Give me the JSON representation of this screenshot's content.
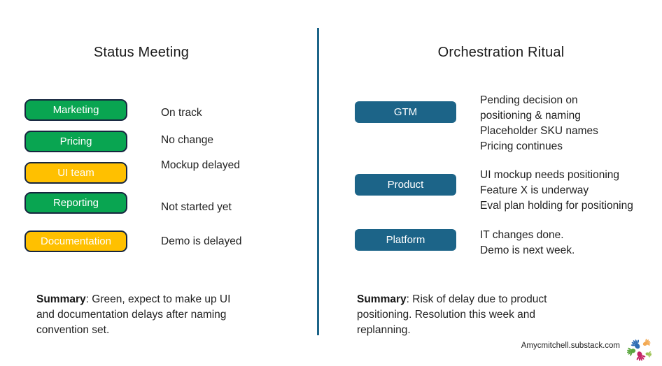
{
  "colors": {
    "status_green": "#09a551",
    "status_amber": "#ffc000",
    "teal": "#1c6488",
    "box_border": "#16263f"
  },
  "left": {
    "title": "Status Meeting",
    "rows": [
      {
        "label": "Marketing",
        "status": "On track",
        "color": "green"
      },
      {
        "label": "Pricing",
        "status": "No change",
        "color": "green"
      },
      {
        "label": "UI team",
        "status": "Mockup delayed",
        "color": "amber"
      },
      {
        "label": "Reporting",
        "status": "Not started yet",
        "color": "green"
      },
      {
        "label": "Documentation",
        "status": "Demo is delayed",
        "color": "amber"
      }
    ],
    "summary": {
      "bold": "Summary",
      "line1": ": Green, expect to make up UI",
      "line2": "and documentation delays after naming",
      "line3": "convention set."
    }
  },
  "right": {
    "title": "Orchestration Ritual",
    "rows": [
      {
        "label": "GTM",
        "lines": [
          "Pending decision on",
          "positioning & naming",
          "Placeholder SKU names",
          "Pricing continues"
        ]
      },
      {
        "label": "Product",
        "lines": [
          "UI mockup needs positioning",
          "Feature X is underway",
          "Eval plan holding for positioning"
        ]
      },
      {
        "label": "Platform",
        "lines": [
          "IT changes done.",
          "Demo is next week."
        ]
      }
    ],
    "summary": {
      "bold": "Summary",
      "line1": ": Risk of delay due to product",
      "line2": "positioning. Resolution this week and",
      "line3": "replanning."
    }
  },
  "footer": {
    "credit": "Amycmitchell.substack.com",
    "logo": "colorful-hands-logo"
  }
}
